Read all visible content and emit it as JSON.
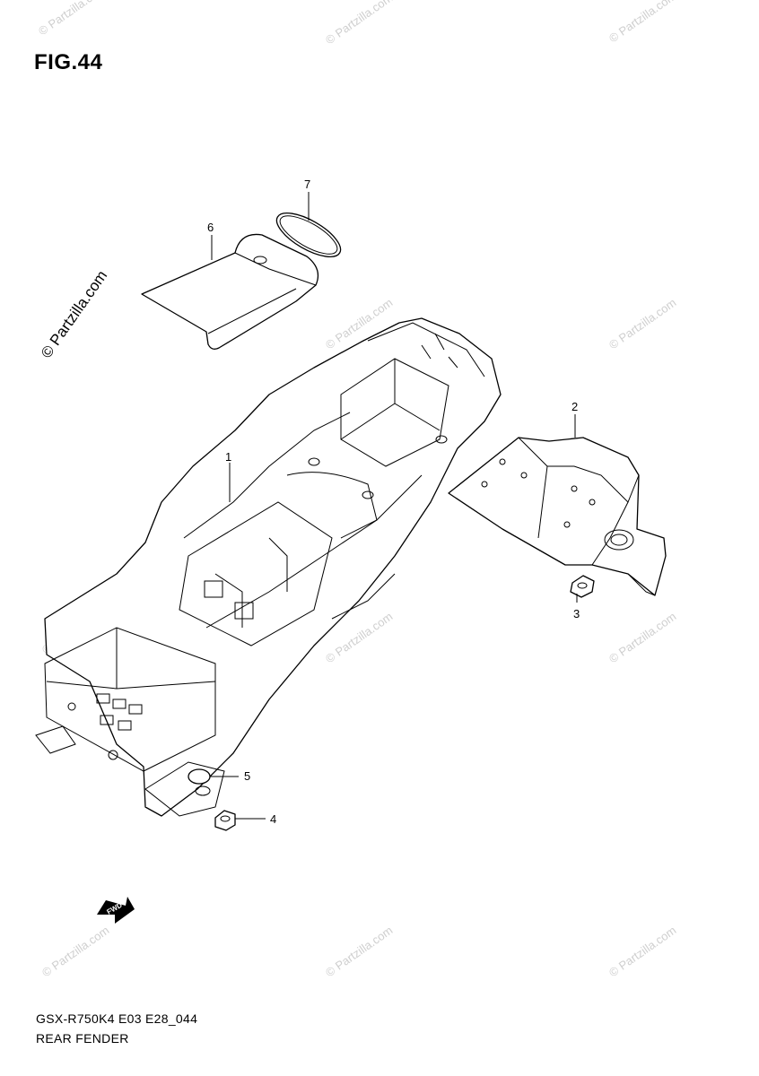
{
  "figure_title": "FIG.44",
  "footer": {
    "model_code": "GSX-R750K4 E03 E28_044",
    "assembly_name": "REAR FENDER"
  },
  "watermark": {
    "text": "© Partzilla.com",
    "prominent_text": "© Partzilla.com"
  },
  "fwd_label": "FWD",
  "callouts": [
    {
      "id": "1",
      "label": "1"
    },
    {
      "id": "2",
      "label": "2"
    },
    {
      "id": "3",
      "label": "3"
    },
    {
      "id": "4",
      "label": "4"
    },
    {
      "id": "5",
      "label": "5"
    },
    {
      "id": "6",
      "label": "6"
    },
    {
      "id": "7",
      "label": "7"
    }
  ],
  "colors": {
    "line": "#000000",
    "watermark": "#cfcfcf",
    "background": "#ffffff"
  }
}
